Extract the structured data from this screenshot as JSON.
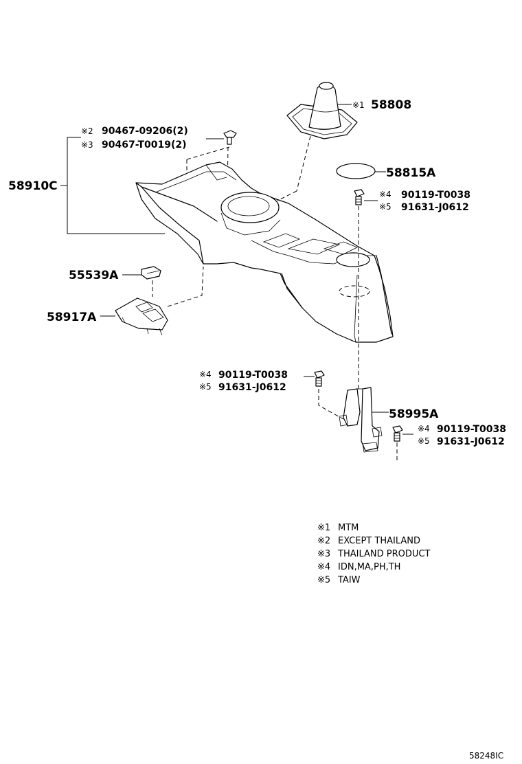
{
  "callouts": {
    "p58808": {
      "mark": "※1",
      "number": "58808"
    },
    "p58815a": {
      "number": "58815A"
    },
    "p58910c": {
      "number": "58910C"
    },
    "clip_a": {
      "mark": "※2",
      "number": "90467-09206(2)"
    },
    "clip_b": {
      "mark": "※3",
      "number": "90467-T0019(2)"
    },
    "bolt_top_a": {
      "mark": "※4",
      "number": "90119-T0038"
    },
    "bolt_top_b": {
      "mark": "※5",
      "number": "91631-J0612"
    },
    "p55539a": {
      "number": "55539A"
    },
    "p58917a": {
      "number": "58917A"
    },
    "bolt_mid_a": {
      "mark": "※4",
      "number": "90119-T0038"
    },
    "bolt_mid_b": {
      "mark": "※5",
      "number": "91631-J0612"
    },
    "p58995a": {
      "number": "58995A"
    },
    "bolt_low_a": {
      "mark": "※4",
      "number": "90119-T0038"
    },
    "bolt_low_b": {
      "mark": "※5",
      "number": "91631-J0612"
    }
  },
  "legend": [
    {
      "mark": "※1",
      "text": "MTM"
    },
    {
      "mark": "※2",
      "text": "EXCEPT THAILAND"
    },
    {
      "mark": "※3",
      "text": "THAILAND PRODUCT"
    },
    {
      "mark": "※4",
      "text": "IDN,MA,PH,TH"
    },
    {
      "mark": "※5",
      "text": "TAIW"
    }
  ],
  "figure_number": "58248IC"
}
